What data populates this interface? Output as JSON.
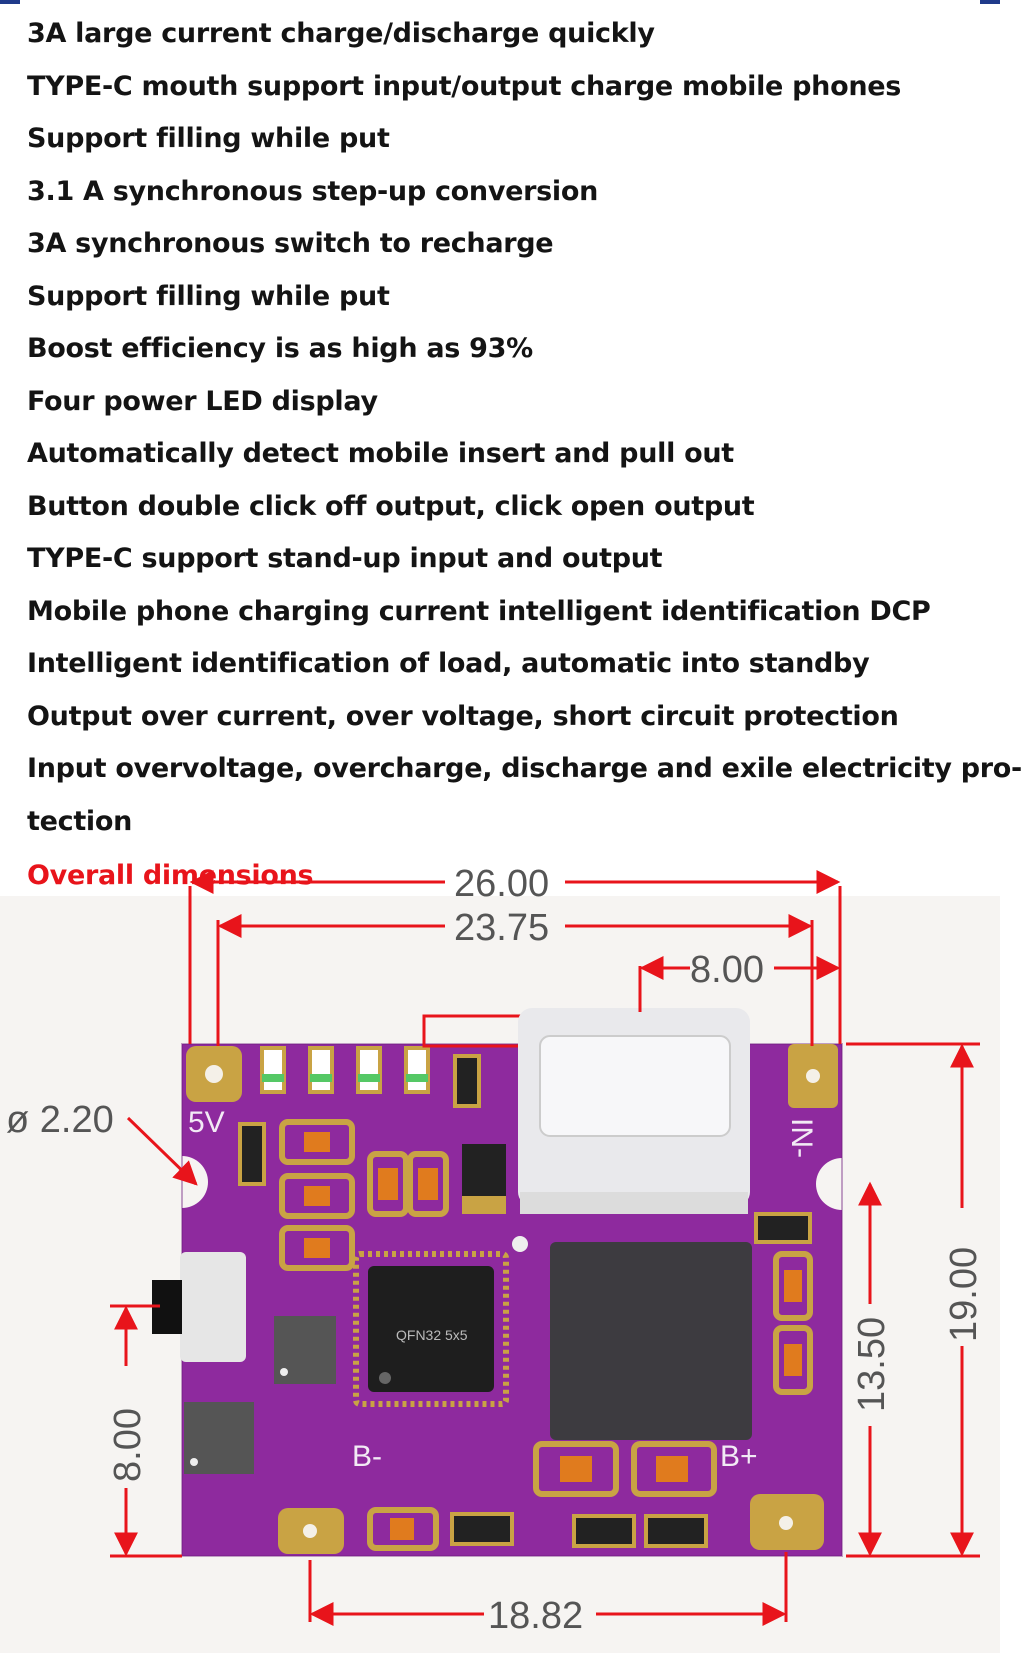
{
  "features": [
    "3A large current charge/discharge quickly",
    "TYPE-C mouth support input/output charge mobile phones",
    "Support filling while put",
    "3.1 A synchronous step-up conversion",
    "3A synchronous switch to recharge",
    "Support filling while put",
    "Boost efficiency is as high as 93%",
    "Four power LED display",
    "Automatically detect mobile insert and pull out",
    "Button double click off output, click open output",
    "TYPE-C support stand-up input and output",
    "Mobile phone charging current intelligent identification DCP",
    "Intelligent identification of load, automatic into standby",
    "Output over current, over voltage, short circuit protection",
    "Input overvoltage, overcharge, discharge and exile electricity pro-",
    "tection"
  ],
  "dimensions_title": "Overall dimensions",
  "dimensions": {
    "total_width": "26.00",
    "hole_spacing": "23.75",
    "port_offset": "8.00",
    "hole_diameter": "ø 2.20",
    "height": "19.00",
    "hole_height": "13.50",
    "left_height": "8.00",
    "bottom_width": "18.82"
  },
  "board_labels": {
    "v5": "5V",
    "input": "IN-",
    "b_minus": "B-",
    "b_plus": "B+",
    "chip": "QFN32 5x5"
  },
  "colors": {
    "accent_red": "#e8141b",
    "pcb": "#8e2a9e",
    "pad": "#c9a344",
    "text": "#141414"
  }
}
